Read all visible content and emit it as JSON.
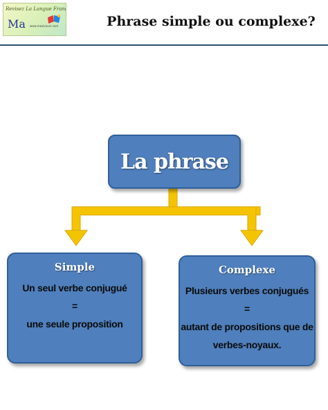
{
  "logo": {
    "tagline": "Revisez La Langue Française",
    "mark": "Ma",
    "url": "www.maxicours.com"
  },
  "header": {
    "title": "Phrase simple ou complexe?"
  },
  "diagram": {
    "root": {
      "label": "La phrase"
    },
    "branches": [
      {
        "title": "Simple",
        "lines": [
          "Un seul  verbe conjugué",
          "=",
          "une seule proposition"
        ]
      },
      {
        "title": "Complexe",
        "lines": [
          "Plusieurs verbes conjugués",
          "=",
          "autant de propositions que de",
          "verbes-noyaux."
        ]
      }
    ],
    "colors": {
      "box_fill": "#4f7fbc",
      "box_border": "#2e5f9a",
      "arrow": "#f5c400",
      "header_rule": "#2f4f6f"
    }
  }
}
